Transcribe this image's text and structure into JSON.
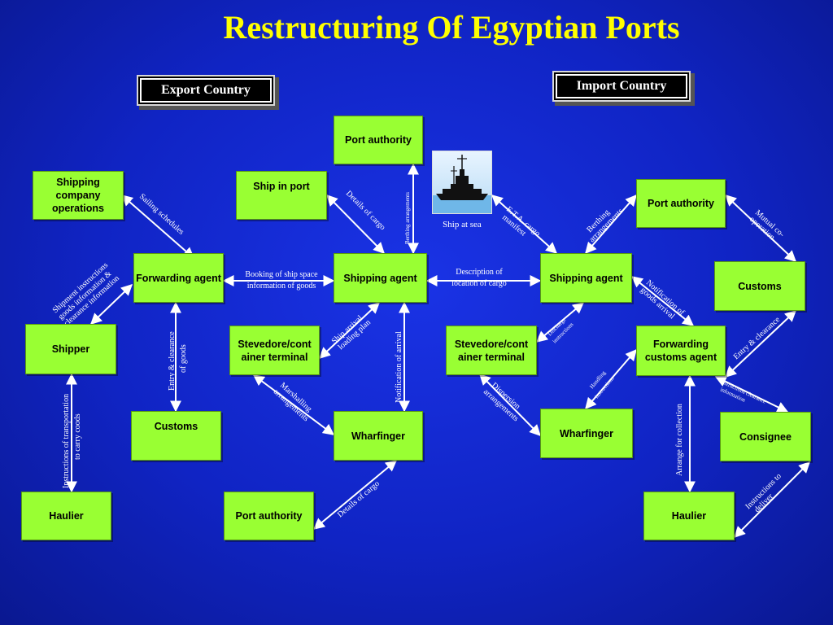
{
  "title": "Restructuring Of Egyptian Ports",
  "export_country": "Export Country",
  "import_country": "Import Country",
  "image_caption": "Ship at sea",
  "boxes": {
    "shipping_company_operations": "Shipping company operations",
    "ship_in_port": "Ship in port",
    "port_authority_center": "Port authority",
    "forwarding_agent": "Forwarding agent",
    "shipping_agent_export": "Shipping agent",
    "shipper": "Shipper",
    "stevedore_export": "Stevedore/cont ainer terminal",
    "customs_export": "Customs",
    "wharfinger_export": "Wharfinger",
    "haulier_export": "Haulier",
    "port_authority_export": "Port authority",
    "port_authority_import": "Port authority",
    "shipping_agent_import": "Shipping agent",
    "customs_import": "Customs",
    "stevedore_import": "Stevedore/cont ainer terminal",
    "forwarding_customs_agent": "Forwarding customs agent",
    "wharfinger_import": "Wharfinger",
    "consignee": "Consignee",
    "haulier_import": "Haulier"
  },
  "links": {
    "sailing_schedules": "Sailing schedules",
    "details_of_cargo_1": "Details of cargo",
    "berthing_arrangements_1": "Berthing arrangements",
    "booking_line1": "Booking of ship space",
    "booking_line2": "information of goods",
    "shipment_line1": "Shipment instructions",
    "shipment_line2": "goods information &",
    "shipment_line3": "clearance information",
    "entry_clearance_goods_line1": "Entry & clearance",
    "entry_clearance_goods_line2": "of goods",
    "ship_arrival_line1": "Ship arrival",
    "ship_arrival_line2": "loading plan",
    "notification_of_arrival": "Notification of arrival",
    "marshalling_line1": "Marshalling",
    "marshalling_line2": "arrangements",
    "instructions_transport_line1": "Instructions of transportation",
    "instructions_transport_line2": "to carry coods",
    "details_of_cargo_2": "Details of cargo",
    "description_line1": "Description of",
    "description_line2": "location of cargo",
    "eta_line1": "E.T.A. cargo",
    "eta_line2": "manifest",
    "berthing_line1": "Berthing",
    "berthing_line2": "arrangements",
    "mutual_line1": "Mutual co-",
    "mutual_line2": "operation",
    "notification_goods_line1": "Notification of",
    "notification_goods_line2": "goods arrival",
    "discharge_line1": "Discharge",
    "discharge_line2": "instructions",
    "entry_clearance": "Entry & clearance",
    "handling_line1": "Handling",
    "handling_line2": "instructions",
    "dispersion_line1": "Dispersion",
    "dispersion_line2": "arrangements",
    "instructions_clearance_line1": "Instructions clearance",
    "instructions_clearance_line2": "information",
    "arrange_for_collection": "Arrange for collection",
    "instructions_deliver_line1": "Instructions to",
    "instructions_deliver_line2": "deliver"
  },
  "colors": {
    "background": "#1428d8",
    "title": "#ffff00",
    "box_fill": "#99ff33",
    "connector": "#ffffff"
  }
}
